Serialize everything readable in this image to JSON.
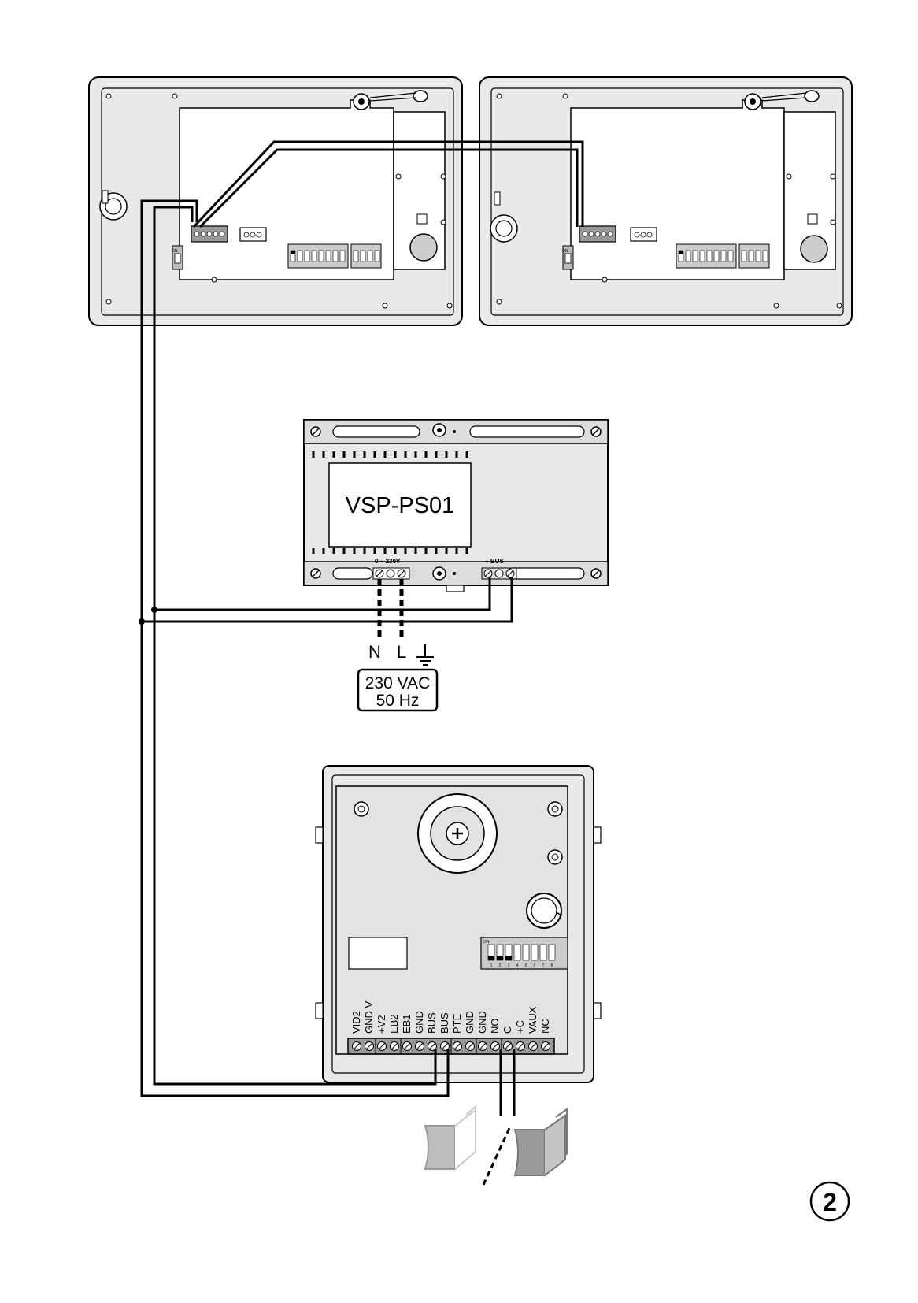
{
  "power_supply": {
    "model": "VSP-PS01",
    "input_label": "0 ~ 230V",
    "bus_label": "+ BUS -"
  },
  "mains": {
    "neutral": "N",
    "line": "L",
    "voltage": "230 VAC",
    "frequency": "50 Hz"
  },
  "monitor_left": {
    "dip_on_label": "ON"
  },
  "monitor_right": {
    "dip_on_label": "ON"
  },
  "door_panel": {
    "dip_on_label": "ON",
    "dip_numbers": [
      "1",
      "2",
      "3",
      "4",
      "5",
      "6",
      "7",
      "8"
    ],
    "terminals": [
      "VID2",
      "GND V",
      "+V2",
      "EB2",
      "EB1",
      "GND",
      "BUS",
      "BUS",
      "PTE",
      "GND",
      "GND",
      "NO",
      "C",
      "+C",
      "VAUX",
      "NC"
    ]
  },
  "page_number": "2",
  "colors": {
    "wire": "#000000",
    "device_fill": "#e9e9e9",
    "lock_gray": "#9a9a9a"
  }
}
